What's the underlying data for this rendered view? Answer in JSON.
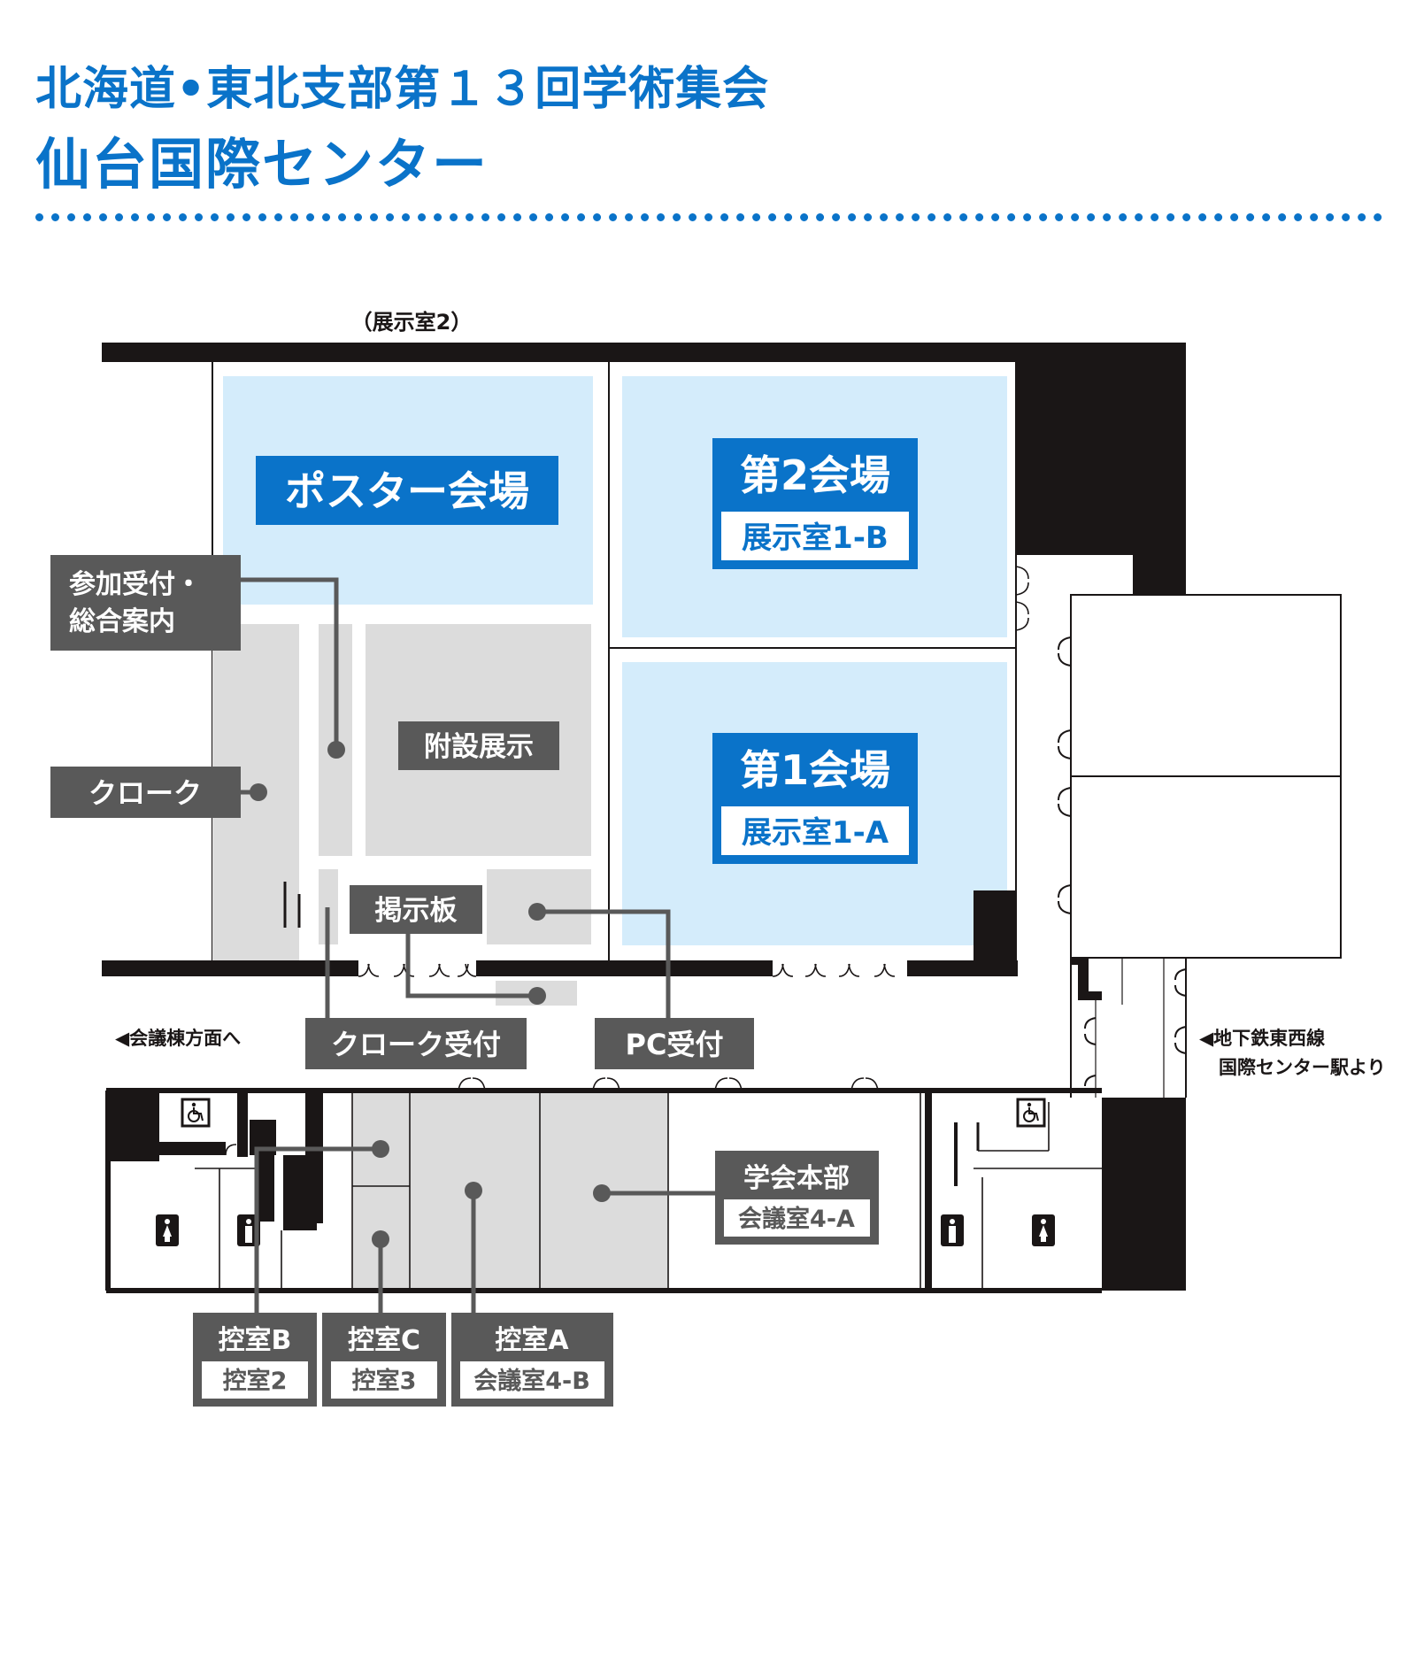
{
  "title_line1": "北海道•東北支部第１３回学術集会",
  "title_line2": "仙台国際センター",
  "colors": {
    "accent_blue": "#0a73c9",
    "hall_light_blue": "#d4ecfb",
    "room_gray": "#dcdcdc",
    "label_dark": "#595959",
    "wall_black": "#1a1616"
  },
  "map": {
    "exhibit_room2_note": "（展示室2）",
    "poster_hall": "ポスター会場",
    "hall2": {
      "name": "第2会場",
      "room": "展示室1-B"
    },
    "hall1": {
      "name": "第1会場",
      "room": "展示室1-A"
    },
    "reception": "参加受付・\n総合案内",
    "reception_line1": "参加受付・",
    "reception_line2": "総合案内",
    "cloak": "クローク",
    "exhibition": "附設展示",
    "bulletin": "掲示板",
    "cloak_reception": "クローク受付",
    "pc_reception": "PC受付",
    "to_conference_building": "◀会議棟方面へ",
    "from_subway_line1": "◀地下鉄東西線",
    "from_subway_line2": "国際センター駅より",
    "hq": {
      "name": "学会本部",
      "room": "会議室4-A"
    },
    "waiting_b": {
      "name": "控室B",
      "room": "控室2"
    },
    "waiting_c": {
      "name": "控室C",
      "room": "控室3"
    },
    "waiting_a": {
      "name": "控室A",
      "room": "会議室4-B"
    },
    "icons": [
      "wheelchair-icon",
      "restroom-female-icon",
      "restroom-male-icon"
    ]
  }
}
